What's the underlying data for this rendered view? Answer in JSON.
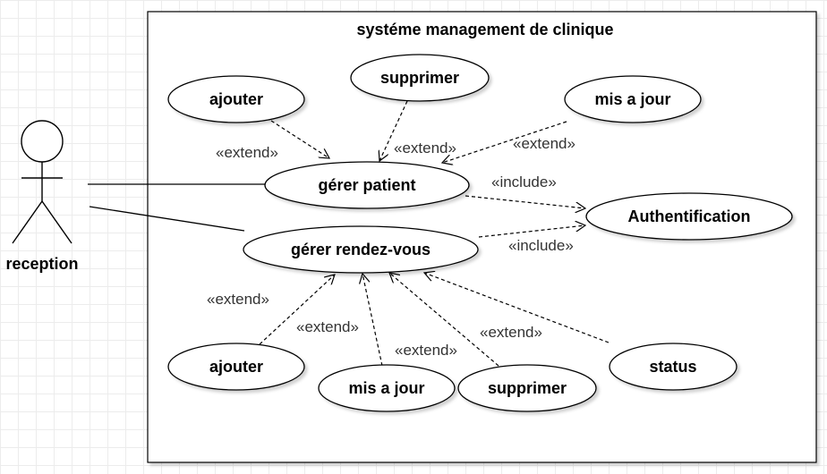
{
  "system": {
    "title": "systéme management de clinique"
  },
  "actor": {
    "name": "reception"
  },
  "use_cases": {
    "ajouter_patient": "ajouter",
    "supprimer_patient": "supprimer",
    "mis_a_jour_patient": "mis a jour",
    "gerer_patient": "gérer patient",
    "authentification": "Authentification",
    "gerer_rdv": "gérer rendez-vous",
    "ajouter_rdv": "ajouter",
    "mis_a_jour_rdv": "mis a jour",
    "supprimer_rdv": "supprimer",
    "status": "status"
  },
  "relations": {
    "extend_ajouter_patient": "«extend»",
    "extend_supprimer_patient": "«extend»",
    "extend_mis_a_jour_patient": "«extend»",
    "include_patient_auth": "«include»",
    "include_rdv_auth": "«include»",
    "extend_ajouter_rdv": "«extend»",
    "extend_mis_a_jour_rdv": "«extend»",
    "extend_supprimer_rdv": "«extend»",
    "extend_status": "«extend»"
  }
}
